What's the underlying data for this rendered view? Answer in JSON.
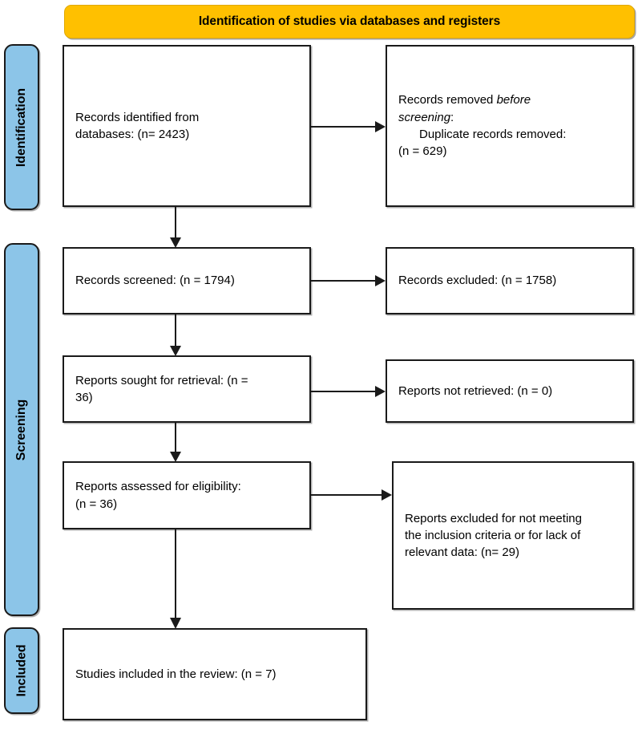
{
  "diagram": {
    "title": "Identification of studies via databases and registers",
    "colors": {
      "banner": "#FFC000",
      "stage_label": "#8CC5E8",
      "box_border": "#1A1A1A",
      "text": "#000000"
    }
  },
  "stages": [
    {
      "label": "Identification"
    },
    {
      "label": "Screening"
    },
    {
      "label": "Included"
    }
  ],
  "boxes": {
    "identified": {
      "line1": "Records identified from",
      "line2": "databases: (n= 2423)"
    },
    "removed_before_screening": {
      "line1_a": "Records removed ",
      "line1_em": "before",
      "line2_em": "screening",
      "line2_b": ":",
      "line3": "Duplicate records removed:",
      "line4": "(n = 629)"
    },
    "screened": {
      "line1": "Records screened: (n = 1794)"
    },
    "excluded": {
      "line1": "Records excluded: (n = 1758)"
    },
    "sought": {
      "line1": "Reports sought for retrieval: (n =",
      "line2": "36)"
    },
    "not_retrieved": {
      "line1": "Reports not retrieved: (n = 0)"
    },
    "assessed": {
      "line1": "Reports assessed for eligibility:",
      "line2": "(n = 36)"
    },
    "excluded_eligibility": {
      "line1": "Reports excluded for not meeting",
      "line2": "the inclusion criteria or for lack of",
      "line3": "relevant data: (n= 29)"
    },
    "included": {
      "line1": "Studies included in the review: (n = 7)"
    }
  },
  "counts": {
    "records_identified": 2423,
    "duplicates_removed": 629,
    "records_screened": 1794,
    "records_excluded": 1758,
    "reports_sought": 36,
    "reports_not_retrieved": 0,
    "reports_assessed": 36,
    "reports_excluded_eligibility": 29,
    "studies_included": 7
  }
}
